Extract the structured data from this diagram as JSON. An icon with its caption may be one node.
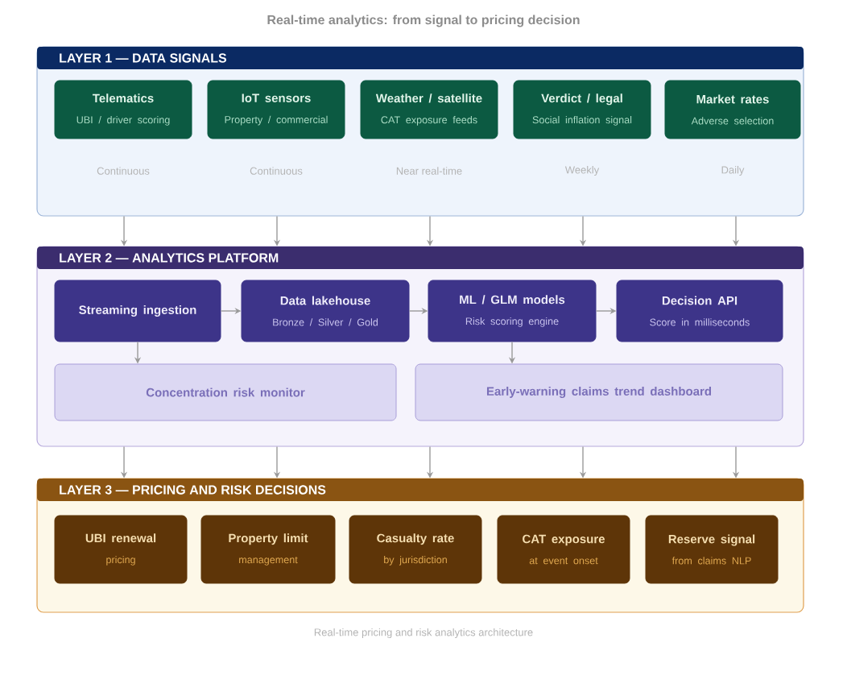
{
  "diagram": {
    "title": "Real-time analytics: from signal to pricing decision",
    "caption": "Real-time pricing and risk analytics architecture",
    "nodes": [
      {
        "text": [
          "LAYER 1 — DATA SIGNALS"
        ]
      },
      {
        "text": [
          "Telematics",
          "UBI / driver scoring"
        ],
        "in": 0,
        "beside": [
          "Continuous"
        ]
      },
      {
        "text": [
          "IoT sensors",
          "Property / commercial"
        ],
        "in": 0,
        "beside": [
          "Continuous"
        ]
      },
      {
        "text": [
          "Weather / satellite",
          "CAT exposure feeds"
        ],
        "in": 0,
        "beside": [
          "Near real-time"
        ]
      },
      {
        "text": [
          "Verdict / legal",
          "Social inflation signal"
        ],
        "in": 0,
        "beside": [
          "Weekly"
        ]
      },
      {
        "text": [
          "Market rates",
          "Adverse selection"
        ],
        "in": 0,
        "beside": [
          "Daily"
        ]
      },
      {
        "text": [
          "LAYER 2 — ANALYTICS PLATFORM"
        ]
      },
      {
        "text": [
          "Streaming ingestion"
        ],
        "in": 6
      },
      {
        "text": [
          "Data lakehouse",
          "Bronze / Silver / Gold"
        ],
        "in": 6
      },
      {
        "text": [
          "ML / GLM models",
          "Risk scoring engine"
        ],
        "in": 6
      },
      {
        "text": [
          "Decision API",
          "Score in milliseconds"
        ],
        "in": 6
      },
      {
        "text": [
          "Concentration risk monitor"
        ],
        "in": 6
      },
      {
        "text": [
          "Early-warning claims trend dashboard"
        ],
        "in": 6
      },
      {
        "text": [
          "LAYER 3 — PRICING AND RISK DECISIONS"
        ]
      },
      {
        "text": [
          "UBI renewal",
          "pricing"
        ],
        "in": 13
      },
      {
        "text": [
          "Property limit",
          "management"
        ],
        "in": 13
      },
      {
        "text": [
          "Casualty rate",
          "by jurisdiction"
        ],
        "in": 13
      },
      {
        "text": [
          "CAT exposure",
          "at event onset"
        ],
        "in": 13
      },
      {
        "text": [
          "Reserve signal",
          "from claims NLP"
        ],
        "in": 13
      }
    ],
    "edges": [
      {
        "from": 0,
        "to": 6,
        "arrow": "to"
      },
      {
        "from": 0,
        "to": 6,
        "arrow": "to"
      },
      {
        "from": 0,
        "to": 6,
        "arrow": "to"
      },
      {
        "from": 0,
        "to": 6,
        "arrow": "to"
      },
      {
        "from": 0,
        "to": 6,
        "arrow": "to"
      },
      {
        "from": 7,
        "to": 8,
        "arrow": "to"
      },
      {
        "from": 8,
        "to": 9,
        "arrow": "to"
      },
      {
        "from": 9,
        "to": 10,
        "arrow": "to"
      },
      {
        "from": 7,
        "to": 11,
        "arrow": "to"
      },
      {
        "from": 9,
        "to": 12,
        "arrow": "to"
      },
      {
        "from": 6,
        "to": 13,
        "arrow": "to"
      },
      {
        "from": 6,
        "to": 13,
        "arrow": "to"
      },
      {
        "from": 6,
        "to": 13,
        "arrow": "to"
      },
      {
        "from": 6,
        "to": 13,
        "arrow": "to"
      },
      {
        "from": 6,
        "to": 13,
        "arrow": "to"
      }
    ]
  }
}
